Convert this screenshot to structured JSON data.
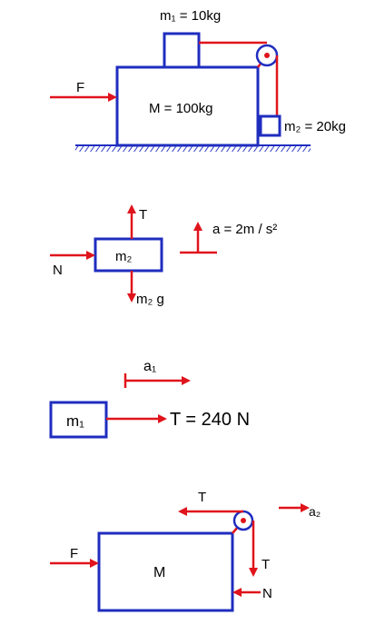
{
  "system": {
    "m1_label": "m₁ = 10kg",
    "M_label": "M = 100kg",
    "m2_label": "m₂ = 20kg",
    "F_label": "F"
  },
  "fbd_m2": {
    "box_label": "m₂",
    "T_label": "T",
    "N_label": "N",
    "weight_label": "m₂ g",
    "accel_label": "a = 2m / s²"
  },
  "fbd_m1": {
    "box_label": "m₁",
    "a1_label": "a₁",
    "T_label": "T = 240 N"
  },
  "fbd_M": {
    "box_label": "M",
    "F_label": "F",
    "T_top_label": "T",
    "T_down_label": "T",
    "N_label": "N",
    "a2_label": "a₂"
  },
  "colors": {
    "box": "#1f2dbf",
    "force": "#e0141c",
    "text": "#000000"
  }
}
